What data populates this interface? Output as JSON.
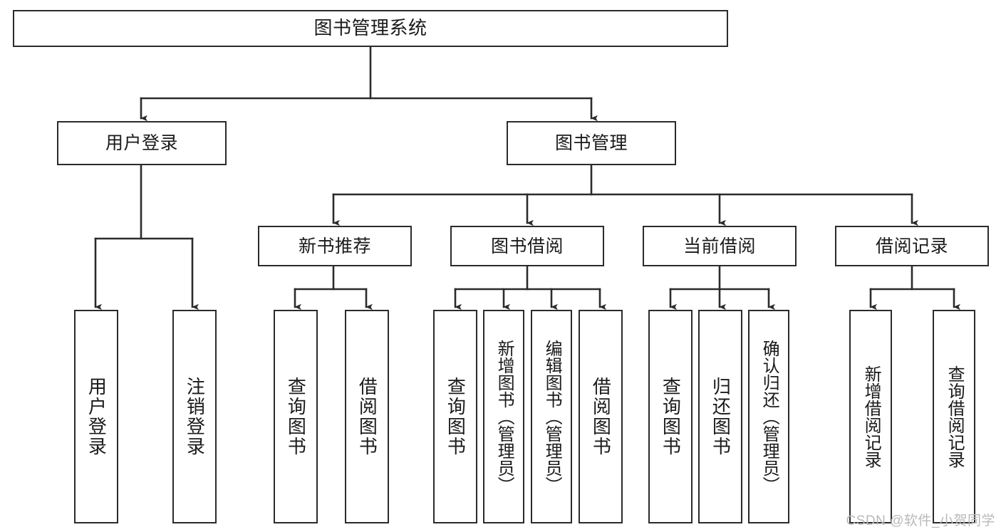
{
  "diagram": {
    "title": "图书管理系统",
    "type": "tree-hierarchy",
    "root": {
      "label": "图书管理系统"
    },
    "level2": [
      {
        "label": "用户登录"
      },
      {
        "label": "图书管理"
      }
    ],
    "level3": [
      {
        "label": "新书推荐"
      },
      {
        "label": "图书借阅"
      },
      {
        "label": "当前借阅"
      },
      {
        "label": "借阅记录"
      }
    ],
    "leaves": {
      "user_login": [
        {
          "label": "用户登录"
        },
        {
          "label": "注销登录"
        }
      ],
      "new_book_recommend": [
        {
          "label": "查询图书"
        },
        {
          "label": "借阅图书"
        }
      ],
      "book_borrow": [
        {
          "label": "查询图书"
        },
        {
          "label": "新增图书（管理员）"
        },
        {
          "label": "编辑图书（管理员）"
        },
        {
          "label": "借阅图书"
        }
      ],
      "current_borrow": [
        {
          "label": "查询图书"
        },
        {
          "label": "归还图书"
        },
        {
          "label": "确认归还（管理员）"
        }
      ],
      "borrow_record": [
        {
          "label": "新增借阅记录"
        },
        {
          "label": "查询借阅记录"
        }
      ]
    },
    "colors": {
      "stroke": "#2b2b2b",
      "fill": "#ffffff",
      "text": "#1a1a1a",
      "watermark": "#b9b9b9"
    }
  },
  "watermark": {
    "text": "CSDN @软件_小贺同学"
  }
}
